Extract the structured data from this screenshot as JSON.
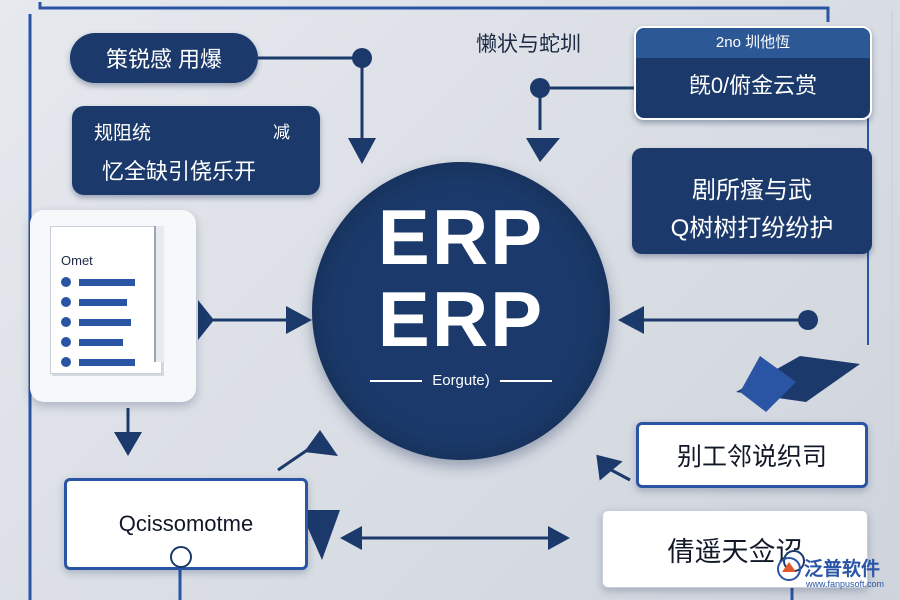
{
  "center": {
    "title_line1": "ERP",
    "title_line2": "ERP",
    "subtitle": "Eorgute)"
  },
  "nodes": {
    "top_left_pill": "策锐感 用爆",
    "left_box": {
      "header": "规阻统",
      "header_right": "减",
      "body": "忆全缺引侥乐开"
    },
    "top_label": "懒状与蛇圳",
    "right_box_1": {
      "header": "2no 圳他恆",
      "body": "旣0/俯金云赏"
    },
    "right_box_2": {
      "line1": "剧所瘙与武",
      "line2": "Q树树打纷纷护"
    },
    "doc_card": {
      "title": "Omet"
    },
    "bottom_left_box": "Qcissomotme",
    "bottom_right_box_1": "别工邻说织司",
    "bottom_right_box_2": "倩遥天佥诏"
  },
  "watermark": {
    "brand": "泛普软件",
    "url": "www.fanpusoft.com"
  },
  "colors": {
    "navy": "#1b3a6b",
    "accent_blue": "#2a55a5",
    "background": "#dfe3e9",
    "white": "#ffffff"
  }
}
